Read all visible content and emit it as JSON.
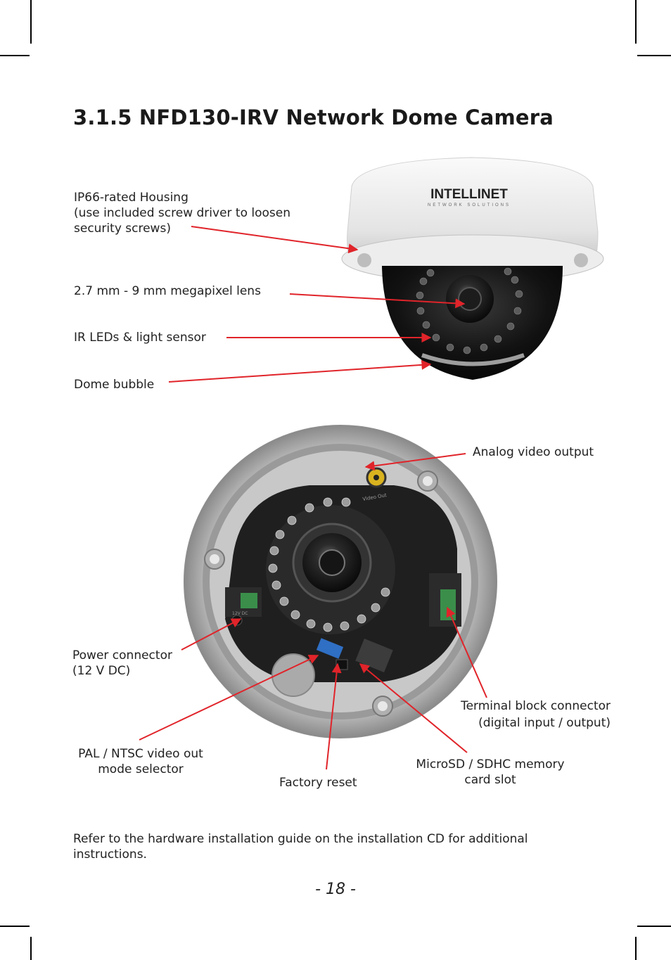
{
  "heading": "3.1.5 NFD130-IRV Network Dome Camera",
  "top_callouts": {
    "housing": [
      "IP66-rated Housing",
      "(use included screw driver to loosen",
      "security screws)"
    ],
    "lens": "2.7 mm - 9 mm megapixel lens",
    "ir_leds": "IR LEDs & light sensor",
    "dome": "Dome bubble"
  },
  "brand": {
    "logo_text": "INTELLINET",
    "logo_sub": "NETWORK SOLUTIONS"
  },
  "board_labels": {
    "video_out": "Video Out",
    "dc": "12V DC"
  },
  "bottom_callouts": {
    "analog": "Analog video output",
    "power": [
      "Power connector",
      "(12 V DC)"
    ],
    "terminal": [
      "Terminal block connector",
      "(digital input / output)"
    ],
    "pal": [
      "PAL / NTSC video out",
      "mode selector"
    ],
    "microsd": [
      "MicroSD / SDHC memory",
      "card slot"
    ],
    "reset": "Factory reset"
  },
  "footnote": "Refer to the hardware installation guide on the installation CD for additional instructions.",
  "page_number": "- 18 -",
  "colors": {
    "arrow": "#e0242a",
    "heading": "#1a1a1a"
  }
}
